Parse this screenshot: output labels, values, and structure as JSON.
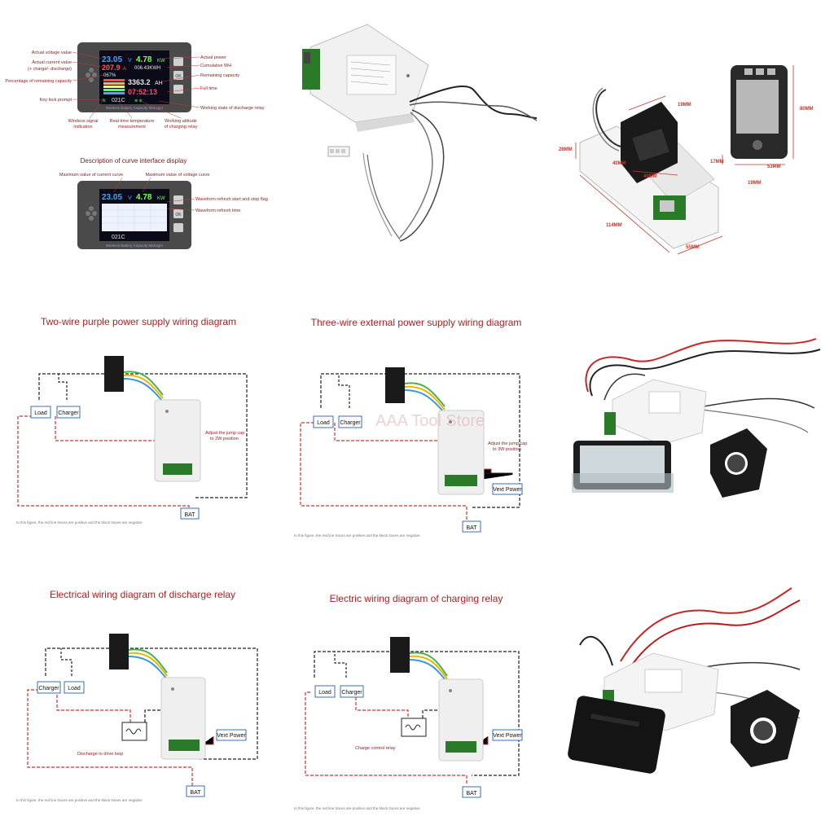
{
  "panel1": {
    "lcd_readings": {
      "voltage": "23.05",
      "voltage_unit": "V",
      "power": "4.78",
      "power_unit": "KW",
      "current": "207.9",
      "current_unit": "A",
      "energy": "006.43KWH",
      "capacity_pct": "067%",
      "capacity": "3363.2",
      "capacity_unit": "AH",
      "time": "07:52:13",
      "temperature": "021C"
    },
    "left_annotations": [
      "Actual voltage value",
      "Actual current value",
      "(+ charge/- discharge)",
      "Percentage of remaining capacity",
      "Key lock prompt"
    ],
    "right_annotations": [
      "Actual power",
      "Cumulative WH",
      "Remaining capacity",
      "Full time",
      "Working state of discharge relay"
    ],
    "bottom_annotations": [
      "Wireless signal indication",
      "Real-time temperature measurement",
      "Working attitude of charging relay"
    ],
    "footer_text": "Wireless Battery Capacity Manager",
    "ok_label": "OK",
    "curve_title": "Description of curve interface display",
    "curve_annotations": {
      "max_current": "Maximum value of current curve",
      "max_voltage": "Maximum value of voltage curve",
      "refresh_flag": "Waveform refresh start and stop flag",
      "refresh_time": "Waveform refresh time"
    }
  },
  "panel3": {
    "dimensions": [
      "19MM",
      "28MM",
      "40MM",
      "40MM",
      "114MM",
      "55MM",
      "17MM",
      "53MM",
      "19MM",
      "80MM"
    ]
  },
  "panel4": {
    "title": "Two-wire purple power supply wiring diagram",
    "load_label": "Load",
    "charger_label": "Charger",
    "bat_label": "BAT",
    "jumper_note_1": "Adjust the jump cap",
    "jumper_note_2": "to 2W position",
    "footnote": "In this figure, the red line traces are positive and the black traces are negative"
  },
  "panel5": {
    "title": "Three-wire external power supply wiring diagram",
    "load_label": "Load",
    "charger_label": "Charger",
    "bat_label": "BAT",
    "vext_label": "Vext Power",
    "jumper_note_1": "Adjust the jump cap",
    "jumper_note_2": "to 3W position",
    "watermark": "AAA Tool Store",
    "footnote": "In this figure, the red line traces are positive and the black traces are negative"
  },
  "panel7": {
    "title": "Electrical wiring diagram of discharge relay",
    "charger_label": "Charger",
    "load_label": "Load",
    "bat_label": "BAT",
    "vext_label": "Vext Power",
    "relay_note": "Discharge to drive loop",
    "footnote": "In this figure, the red line traces are positive and the black traces are negative"
  },
  "panel8": {
    "title": "Electric wiring diagram of charging relay",
    "load_label": "Load",
    "charger_label": "Charger",
    "bat_label": "BAT",
    "vext_label": "Vext Power",
    "relay_note": "Charge control relay",
    "footnote": "In this figure, the red line traces are positive and the black traces are negative"
  },
  "colors": {
    "annotation_red": "#8a1c1c",
    "title_red": "#b02020",
    "positive_wire": "#d43030",
    "negative_wire": "#222222",
    "lcd_background": "#0a0a18",
    "device_shell": "#4a4a4a"
  }
}
